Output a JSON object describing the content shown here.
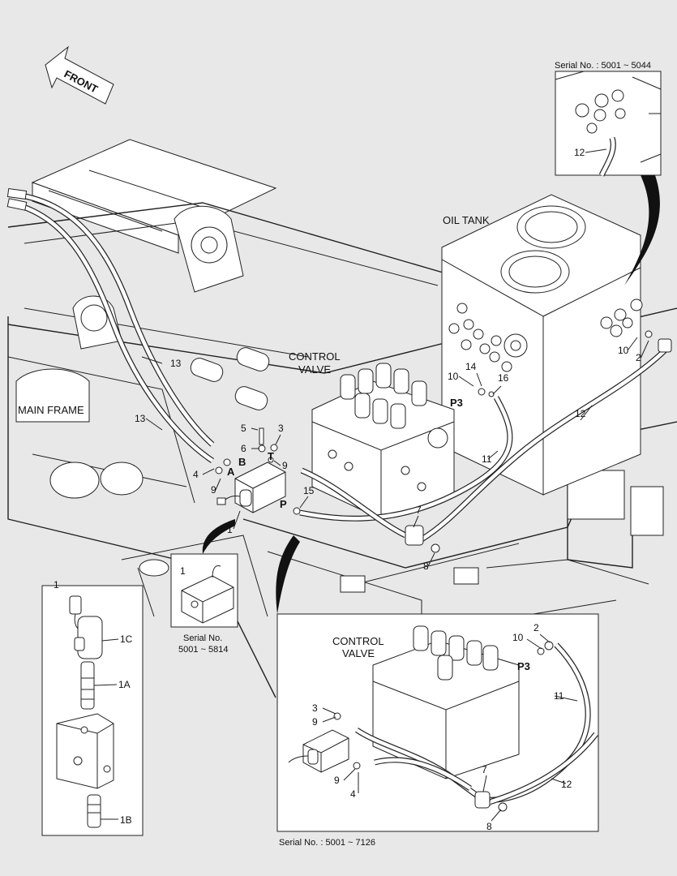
{
  "front_arrow": {
    "label": "FRONT"
  },
  "areas": {
    "oil_tank": "OIL TANK",
    "main_frame": "MAIN FRAME",
    "control_valve_main": [
      "CONTROL",
      "VALVE"
    ],
    "control_valve_inset": [
      "CONTROL",
      "VALVE"
    ]
  },
  "insets": {
    "top_right": {
      "serial": "Serial No. : 5001 ~ 5044",
      "part": "12"
    },
    "small_valve": {
      "part": "1",
      "serial_line1": "Serial No.",
      "serial_line2": "5001 ~ 5814"
    },
    "exploded": {
      "title": "1",
      "parts": [
        "1C",
        "1A",
        "1B"
      ]
    },
    "bottom_right": {
      "serial": "Serial No. : 5001 ~ 7126",
      "port": "P3",
      "parts": [
        "2",
        "10",
        "11",
        "3",
        "9",
        "9",
        "4",
        "7",
        "12",
        "8"
      ]
    }
  },
  "main_callouts": {
    "c13a": "13",
    "c13b": "13",
    "c5": "5",
    "c6": "6",
    "c3": "3",
    "c9a": "9",
    "c9b": "9",
    "c4": "4",
    "c1": "1",
    "c15": "15",
    "c7": "7",
    "c8": "8",
    "c11": "11",
    "c12": "12",
    "c10a": "10",
    "c14": "14",
    "c16": "16",
    "c10b": "10",
    "c2": "2"
  },
  "ports": {
    "A": "A",
    "B": "B",
    "T": "T",
    "P": "P",
    "P3": "P3"
  }
}
